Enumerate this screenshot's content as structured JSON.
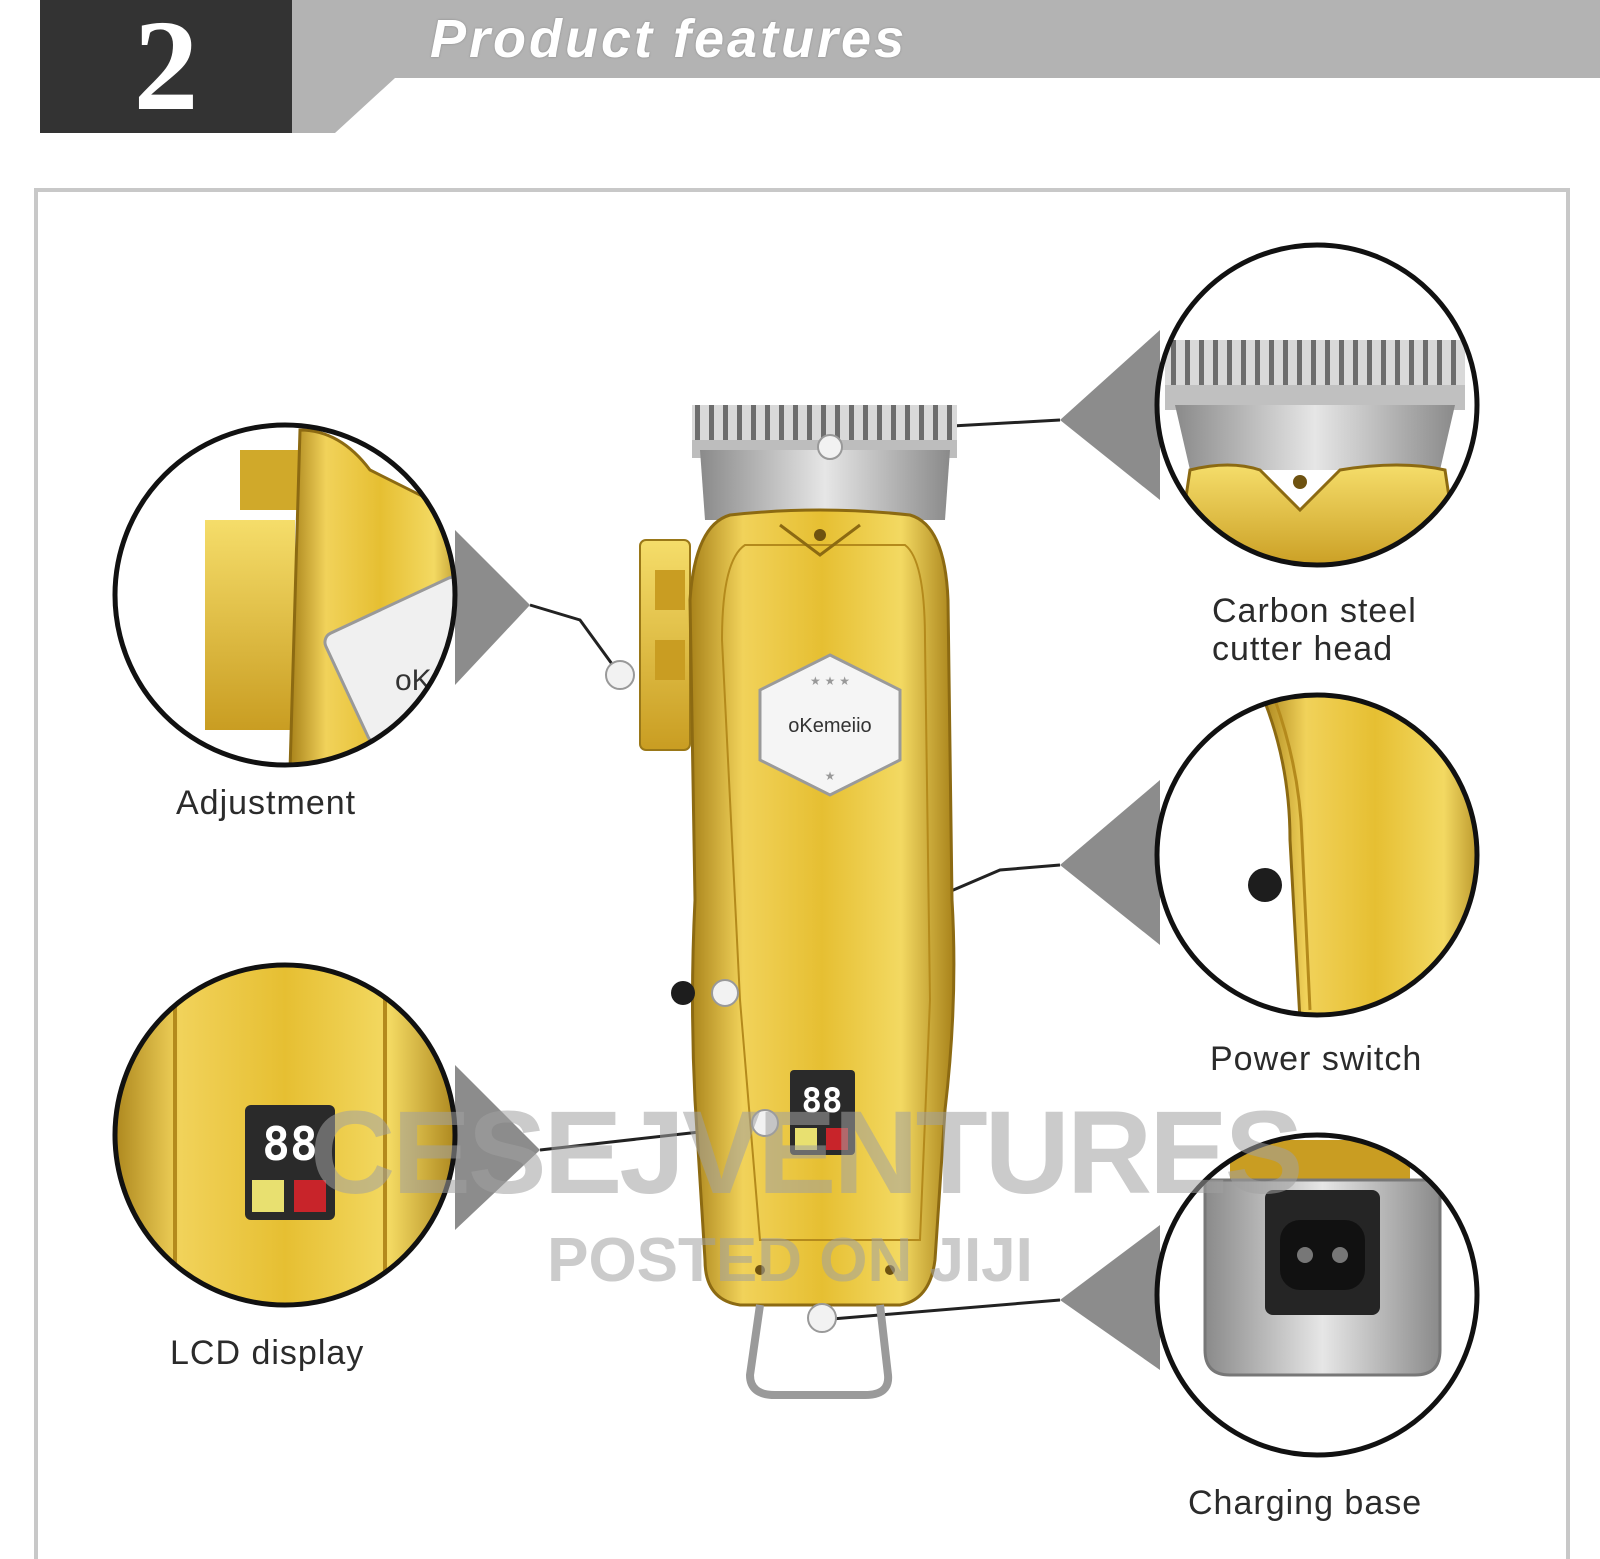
{
  "banner": {
    "number": "2",
    "title": "Product features"
  },
  "labels": {
    "adjustment": "Adjustment",
    "cutter_head": "Carbon steel\ncutter head",
    "power_switch": "Power switch",
    "lcd_display": "LCD display",
    "charging_base": "Charging base"
  },
  "product": {
    "logo_text": "oKemeiio",
    "lcd_digits": "88",
    "zoom_logo_text": "oKe"
  },
  "watermark": {
    "line1": "CESEJVENTURES",
    "line2": "POSTED ON JIJI"
  },
  "colors": {
    "gold": "#e0b92c",
    "gold_dark": "#a8821a",
    "banner_gray": "#b3b3b3",
    "banner_dark": "#333333",
    "callout_gray": "#8c8c8c"
  }
}
